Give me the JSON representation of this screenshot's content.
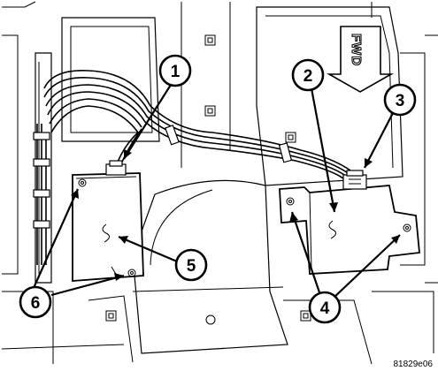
{
  "figure_code": "81829e06",
  "direction_label": "FWD",
  "callouts": [
    {
      "number": "1"
    },
    {
      "number": "2"
    },
    {
      "number": "3"
    },
    {
      "number": "4"
    },
    {
      "number": "5"
    },
    {
      "number": "6"
    }
  ]
}
